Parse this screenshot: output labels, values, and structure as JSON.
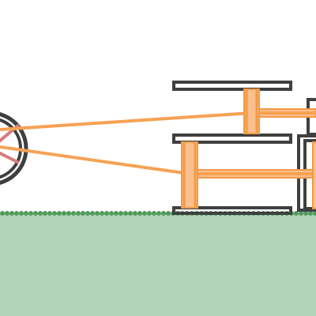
{
  "scene": {
    "colors": {
      "background": "#ffffff",
      "ground": "#b3d3b9",
      "grass": "#4f9a5c",
      "outline": "#3f3f3f",
      "rope": "#f6a253",
      "block_fill": "#fbc08f",
      "block_stroke": "#f39a45",
      "spokes": "#d97a7a"
    },
    "objects": [
      {
        "name": "wheel",
        "kind": "wheel"
      },
      {
        "name": "upper-shelf",
        "kind": "shelf"
      },
      {
        "name": "middle-shelf",
        "kind": "shelf"
      },
      {
        "name": "lower-shelf",
        "kind": "shelf"
      },
      {
        "name": "upper-pulley-block",
        "kind": "pulley-block"
      },
      {
        "name": "lower-pulley-block",
        "kind": "pulley-block"
      },
      {
        "name": "upper-rope",
        "kind": "rope"
      },
      {
        "name": "lower-rope",
        "kind": "rope"
      },
      {
        "name": "upper-axle",
        "kind": "axle"
      },
      {
        "name": "lower-axle",
        "kind": "axle"
      },
      {
        "name": "right-frame-upper",
        "kind": "frame"
      },
      {
        "name": "right-frame-lower",
        "kind": "frame"
      }
    ]
  }
}
